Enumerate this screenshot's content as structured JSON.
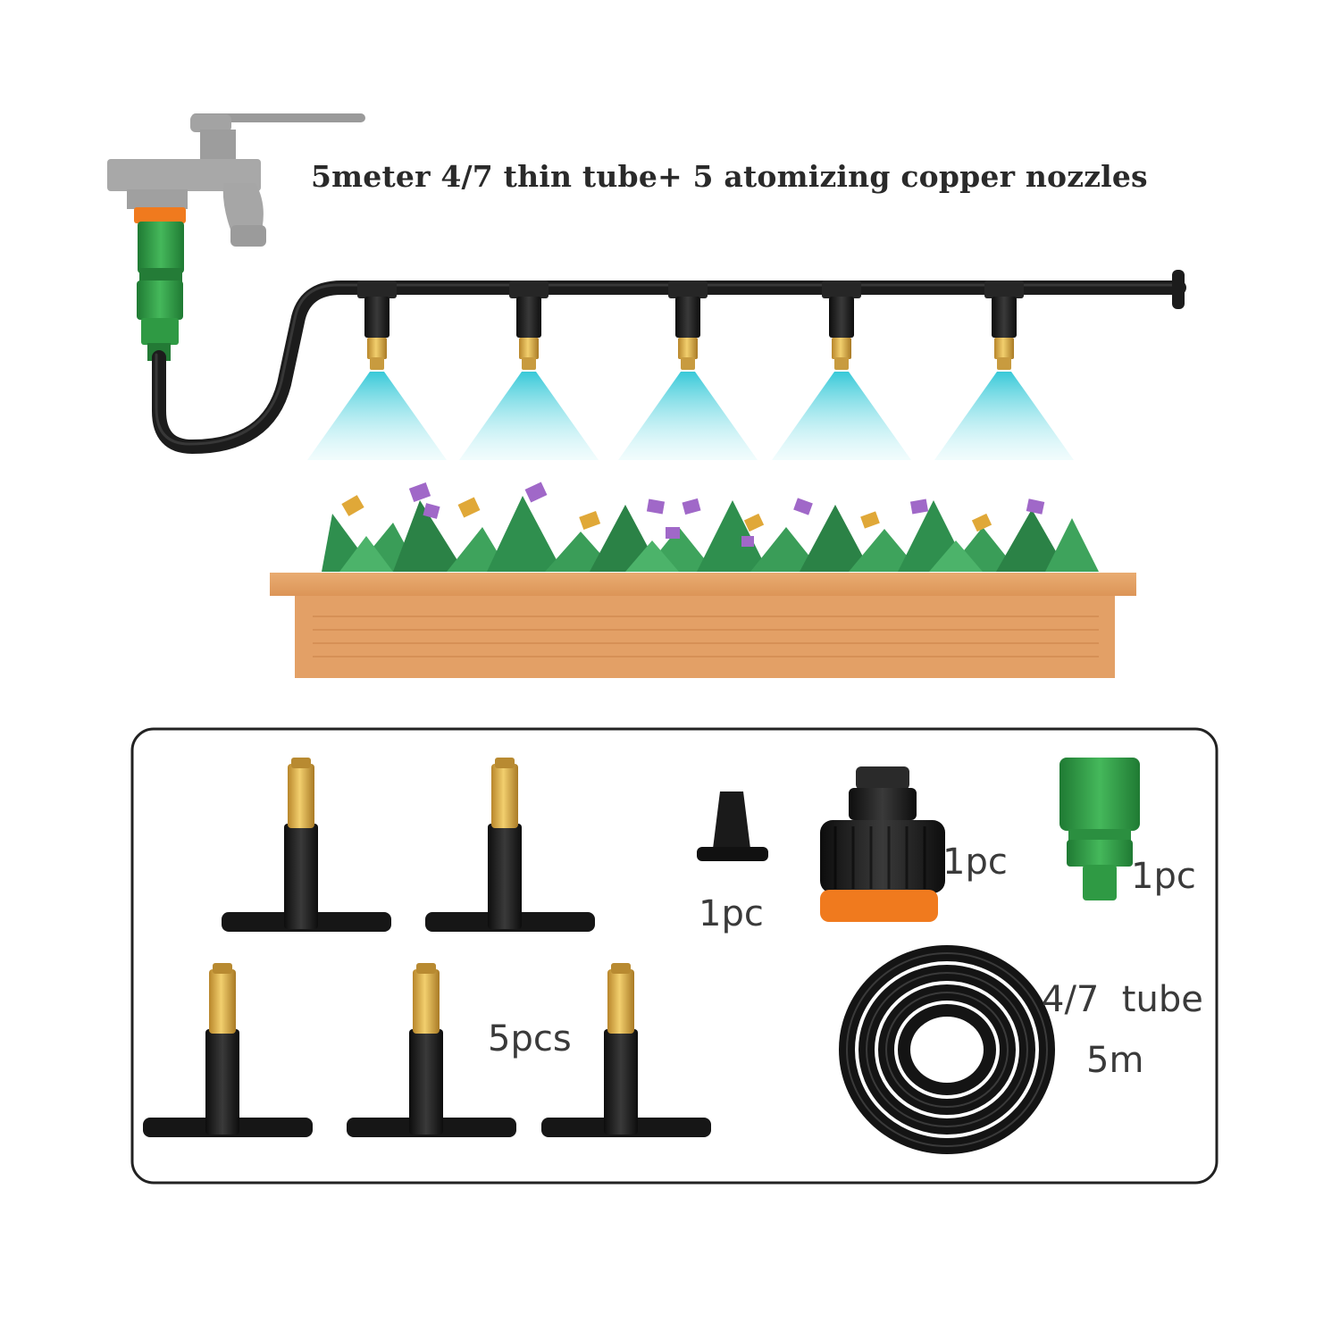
{
  "headline": "5meter 4/7 thin tube+ 5 atomizing copper nozzles",
  "parts": {
    "nozzles_qty": "5pcs",
    "end_plug_qty": "1pc",
    "tap_adapter_qty": "1pc",
    "quick_connector_qty": "1pc",
    "tube_label": "4/7  tube",
    "tube_length": "5m"
  },
  "colors": {
    "tube": "#1c1c1c",
    "brass": "#d4a94a",
    "mist": "#4fd0dc",
    "connector_green": "#2f9a44",
    "connector_orange": "#f07a1e",
    "planter": "#e6a46a",
    "foliage": "#2f8f4e",
    "flower_purple": "#a068c8",
    "flower_yellow": "#e0a838",
    "faucet": "#9a9a9a"
  }
}
